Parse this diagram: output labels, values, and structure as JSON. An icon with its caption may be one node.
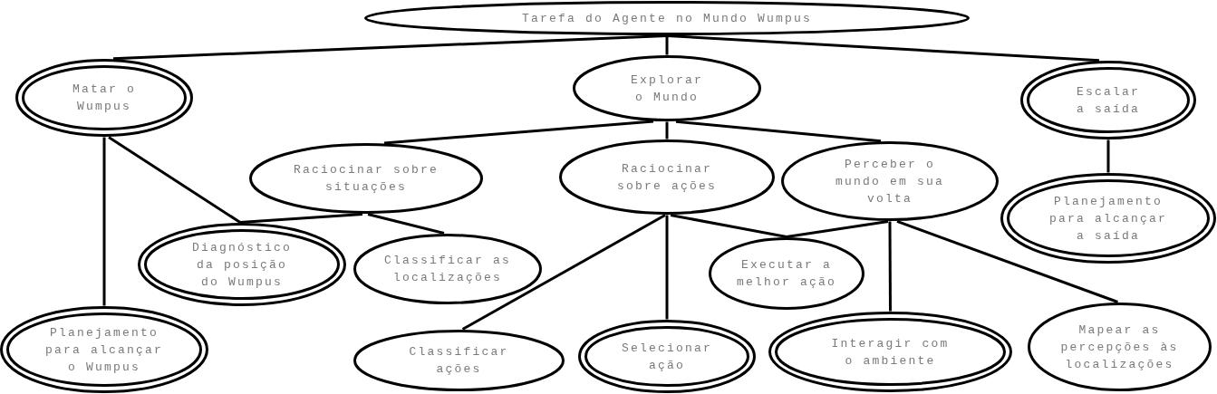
{
  "diagram": {
    "nodes": [
      {
        "text": [
          "Tarefa do Agente no Mundo Wumpus"
        ]
      },
      {
        "text": [
          "Matar o Wumpus"
        ]
      },
      {
        "text": [
          "Explorar o Mundo"
        ]
      },
      {
        "text": [
          "Escalar a saída"
        ]
      },
      {
        "text": [
          "Raciocinar sobre situações"
        ]
      },
      {
        "text": [
          "Raciocinar sobre ações"
        ]
      },
      {
        "text": [
          "Perceber o mundo em sua volta"
        ]
      },
      {
        "text": [
          "Planejamento para alcançar a saída"
        ]
      },
      {
        "text": [
          "Diagnóstico da posição do Wumpus"
        ]
      },
      {
        "text": [
          "Classificar as localizações"
        ]
      },
      {
        "text": [
          "Executar a melhor ação"
        ]
      },
      {
        "text": [
          "Planejamento para alcançar o Wumpus"
        ]
      },
      {
        "text": [
          "Classificar ações"
        ]
      },
      {
        "text": [
          "Selecionar ação"
        ]
      },
      {
        "text": [
          "Interagir com o ambiente"
        ]
      },
      {
        "text": [
          "Mapear as percepções às localizações"
        ]
      }
    ],
    "edges": [
      {
        "from": 0,
        "to": 1,
        "arrow": "none"
      },
      {
        "from": 0,
        "to": 2,
        "arrow": "none"
      },
      {
        "from": 0,
        "to": 3,
        "arrow": "none"
      },
      {
        "from": 2,
        "to": 4,
        "arrow": "none"
      },
      {
        "from": 2,
        "to": 5,
        "arrow": "none"
      },
      {
        "from": 2,
        "to": 6,
        "arrow": "none"
      },
      {
        "from": 1,
        "to": 11,
        "arrow": "none"
      },
      {
        "from": 1,
        "to": 8,
        "arrow": "none"
      },
      {
        "from": 4,
        "to": 8,
        "arrow": "none"
      },
      {
        "from": 4,
        "to": 9,
        "arrow": "none"
      },
      {
        "from": 5,
        "to": 12,
        "arrow": "none"
      },
      {
        "from": 5,
        "to": 13,
        "arrow": "none"
      },
      {
        "from": 5,
        "to": 10,
        "arrow": "none"
      },
      {
        "from": 6,
        "to": 10,
        "arrow": "none"
      },
      {
        "from": 6,
        "to": 14,
        "arrow": "none"
      },
      {
        "from": 6,
        "to": 15,
        "arrow": "none"
      },
      {
        "from": 3,
        "to": 7,
        "arrow": "none"
      }
    ]
  }
}
